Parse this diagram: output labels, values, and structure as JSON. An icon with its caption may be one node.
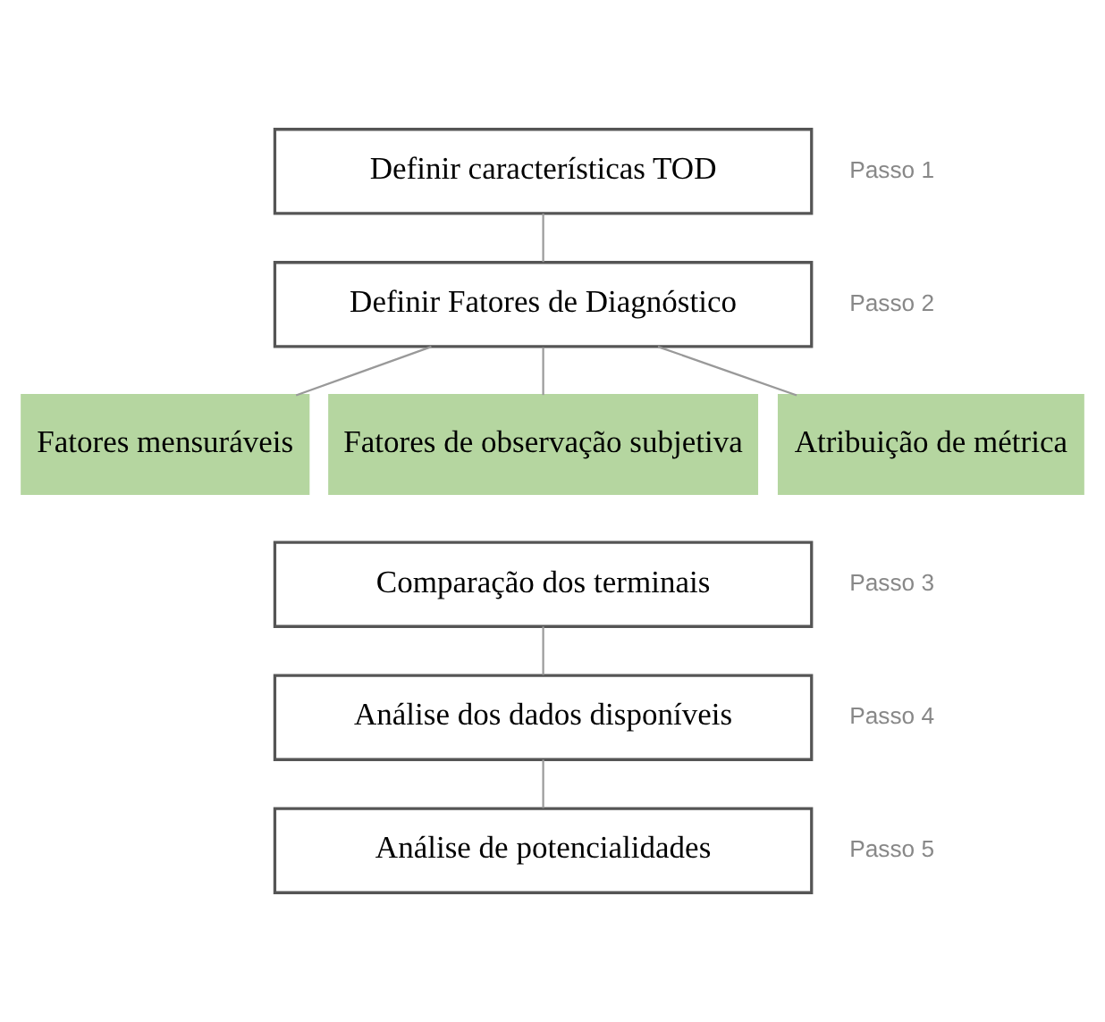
{
  "diagram": {
    "nodes": [
      {
        "text": [
          "Definir características TOD"
        ],
        "beside": [
          "Passo 1"
        ]
      },
      {
        "text": [
          "Definir Fatores de Diagnóstico"
        ],
        "beside": [
          "Passo 2"
        ]
      },
      {
        "text": [
          "Fatores mensuráveis"
        ]
      },
      {
        "text": [
          "Fatores de observação subjetiva"
        ]
      },
      {
        "text": [
          "Atribuição de métrica"
        ]
      },
      {
        "text": [
          "Comparação dos terminais"
        ],
        "beside": [
          "Passo 3"
        ]
      },
      {
        "text": [
          "Análise dos dados disponíveis"
        ],
        "beside": [
          "Passo 4"
        ]
      },
      {
        "text": [
          "Análise de potencialidades"
        ],
        "beside": [
          "Passo 5"
        ]
      }
    ],
    "edges": [
      {
        "from": 0,
        "to": 1,
        "arrow": "none"
      },
      {
        "from": 1,
        "to": 2,
        "arrow": "none"
      },
      {
        "from": 1,
        "to": 3,
        "arrow": "none"
      },
      {
        "from": 1,
        "to": 4,
        "arrow": "none"
      },
      {
        "from": 5,
        "to": 6,
        "arrow": "none"
      },
      {
        "from": 6,
        "to": 7,
        "arrow": "none"
      }
    ]
  }
}
